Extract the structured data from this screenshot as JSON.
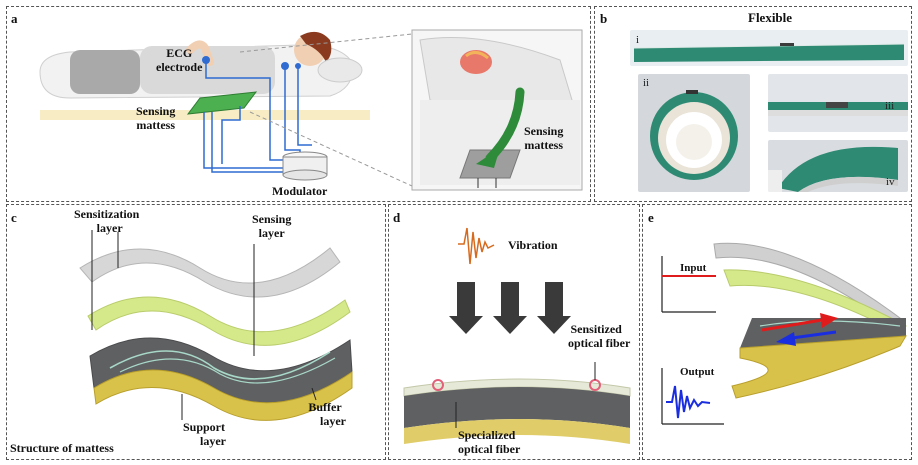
{
  "panels": {
    "a": {
      "letter": "a",
      "labels": {
        "ecg_1": "ECG",
        "ecg_2": "electrode",
        "sensing_mattress_1": "Sensing",
        "sensing_mattress_2": "mattess",
        "modulator": "Modulator",
        "inset_sensing_1": "Sensing",
        "inset_sensing_2": "mattess"
      }
    },
    "b": {
      "letter": "b",
      "title": "Flexible",
      "photo_labels": [
        "i",
        "ii",
        "iii",
        "iv"
      ]
    },
    "c": {
      "letter": "c",
      "labels": {
        "sensitization_1": "Sensitization",
        "sensitization_2": "layer",
        "sensing_1": "Sensing",
        "sensing_2": "layer",
        "support_1": "Support",
        "support_2": "layer",
        "buffer_1": "Buffer",
        "buffer_2": "layer",
        "structure": "Structure of  mattess"
      }
    },
    "d": {
      "letter": "d",
      "labels": {
        "vibration": "Vibration",
        "sensitized_1": "Sensitized",
        "sensitized_2": "optical fiber",
        "specialized_1": "Specialized",
        "specialized_2": "optical fiber"
      }
    },
    "e": {
      "letter": "e",
      "labels": {
        "input": "Input",
        "output": "Output"
      }
    }
  },
  "colors": {
    "mat_green": "#2f8a74",
    "layer_green": "#d6e98a",
    "layer_gray": "#5f6062",
    "layer_yellow": "#d9c24a",
    "arrow_green": "#2e8b3a",
    "signal_orange": "#d66a1e",
    "input_red": "#e01b1b",
    "output_blue": "#1a2ee0"
  }
}
